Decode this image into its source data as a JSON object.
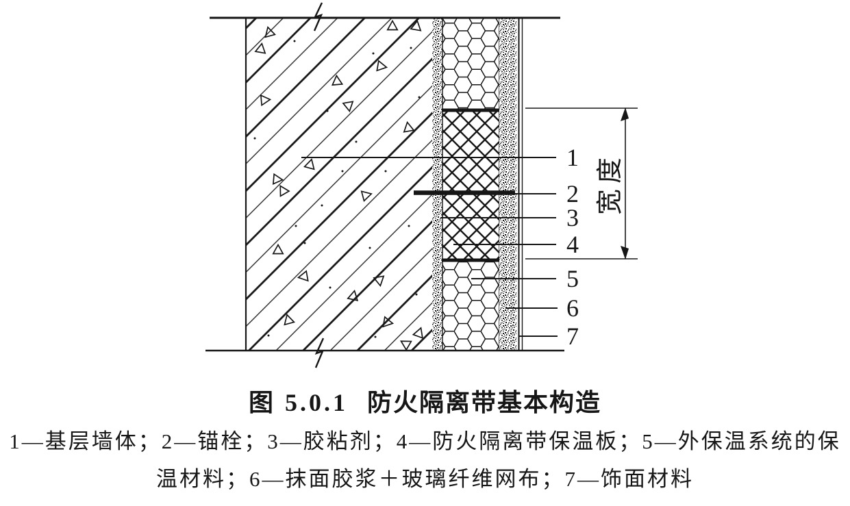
{
  "figure": {
    "number": "图 5.0.1",
    "title": "防火隔离带基本构造"
  },
  "diagram": {
    "dimension_label": "宽度",
    "callouts": [
      "1",
      "2",
      "3",
      "4",
      "5",
      "6",
      "7"
    ]
  },
  "legend": {
    "lines": [
      "1—基层墙体；2—锚栓；3—胶粘剂；4—防火隔离带保温板；5—外保温系统的保",
      "温材料；6—抹面胶浆＋玻璃纤维网布；7—饰面材料"
    ],
    "items": [
      {
        "num": "1",
        "label": "基层墙体"
      },
      {
        "num": "2",
        "label": "锚栓"
      },
      {
        "num": "3",
        "label": "胶粘剂"
      },
      {
        "num": "4",
        "label": "防火隔离带保温板"
      },
      {
        "num": "5",
        "label": "外保温系统的保温材料"
      },
      {
        "num": "6",
        "label": "抹面胶浆＋玻璃纤维网布"
      },
      {
        "num": "7",
        "label": "饰面材料"
      }
    ]
  },
  "colors": {
    "ink": "#161616",
    "paper": "#ffffff"
  }
}
